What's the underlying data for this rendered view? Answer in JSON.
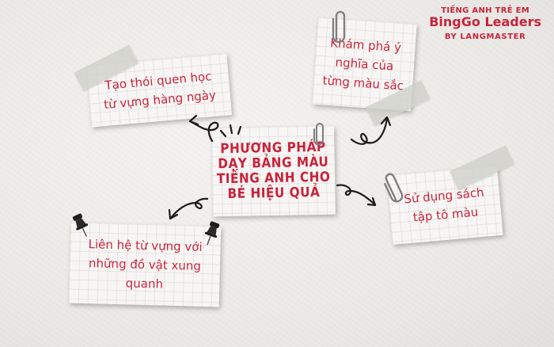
{
  "logo": {
    "line1": "TIẾNG ANH TRẺ EM",
    "line2": "BingGo Leaders",
    "line3": "BY LANGMASTER"
  },
  "center_note": {
    "text": "PHƯƠNG PHÁP DẠY BẢNG MÀU TIẾNG ANH CHO BÉ HIỆU QUẢ"
  },
  "notes": {
    "habit": "Tạo thói quen học từ vựng hàng ngày",
    "meaning": "Khám phá ý nghĩa của từng màu sắc",
    "coloring_book": "Sử dụng sách tập tô màu",
    "objects": "Liên hệ từ vựng với những đồ vật xung quanh"
  },
  "colors": {
    "accent": "#c8243c",
    "ink": "#1a1a1a"
  }
}
